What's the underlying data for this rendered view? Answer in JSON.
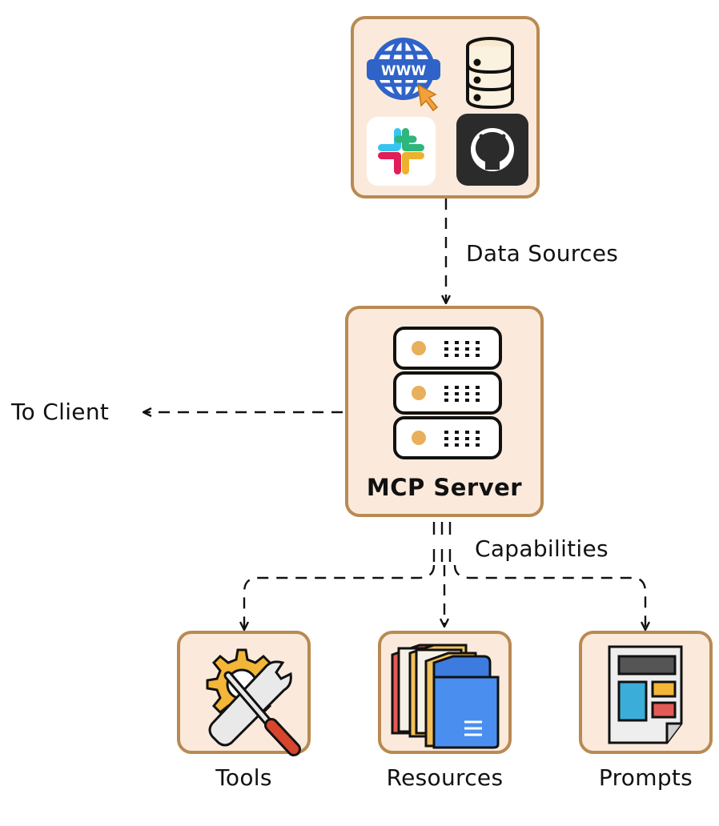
{
  "edges": {
    "data_sources": "Data Sources",
    "to_client": "To Client",
    "capabilities": "Capabilities"
  },
  "server": {
    "label": "MCP Server"
  },
  "sources": {
    "icons": [
      "web-icon",
      "database-icon",
      "slack-icon",
      "github-icon"
    ],
    "web_text": "WWW"
  },
  "capabilities": [
    {
      "label": "Tools",
      "icon": "tools-icon"
    },
    {
      "label": "Resources",
      "icon": "folders-icon"
    },
    {
      "label": "Prompts",
      "icon": "prompt-document-icon"
    }
  ],
  "colors": {
    "box_fill": "#fbeadc",
    "box_border": "#b98a52",
    "server_accent": "#e8b05a",
    "line": "#111111"
  }
}
